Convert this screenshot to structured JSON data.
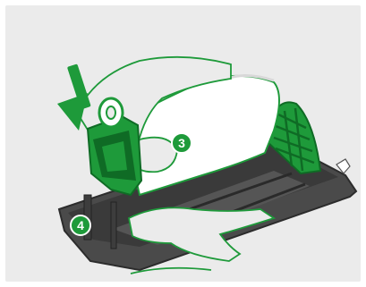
{
  "illustration": {
    "steps": [
      {
        "number": "3",
        "meaning": "insert-filter-bag-step"
      },
      {
        "number": "4",
        "meaning": "close-holder-step"
      }
    ],
    "colors": {
      "background": "#ebebeb",
      "accent_green": "#1e9a3a",
      "dark_green": "#0f6b25",
      "holder_grey": "#4a4a4a",
      "holder_dark": "#2c2c2c",
      "bag_white": "#ffffff",
      "outline": "#1e9a3a"
    },
    "icons": [
      "down-arrow-icon",
      "hand-illustration",
      "filter-bag-illustration",
      "bag-holder-illustration"
    ]
  }
}
